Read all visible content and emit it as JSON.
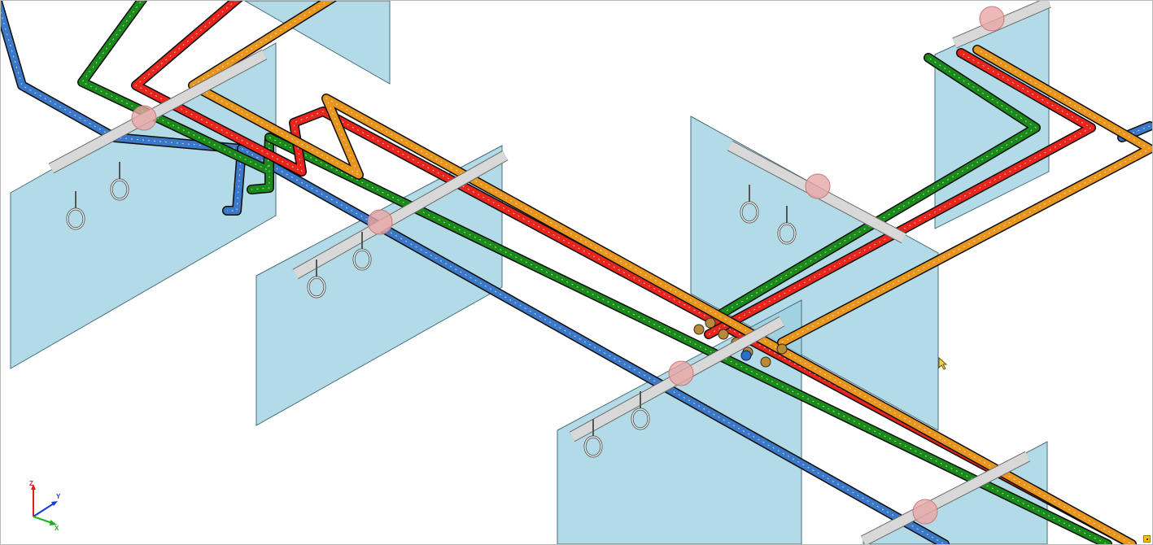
{
  "viewport": {
    "background": "#ffffff",
    "border_color": "#b9b9b9"
  },
  "colors": {
    "pipe_blue": "#3b78c8",
    "pipe_green": "#1a8a1a",
    "pipe_red": "#e8251c",
    "pipe_orange": "#e8951e",
    "panel_fill": "#9ccfe0",
    "panel_stroke": "#4a6f7c",
    "support_bar": "#d8d8d8",
    "hanger_marker": "#e9a6a6"
  },
  "pipes": [
    {
      "name": "blue-pipe",
      "color": "pipe_blue"
    },
    {
      "name": "green-pipe",
      "color": "pipe_green"
    },
    {
      "name": "red-pipe",
      "color": "pipe_red"
    },
    {
      "name": "orange-pipe",
      "color": "pipe_orange"
    }
  ],
  "axis_triad": {
    "z": "Z",
    "y": "Y",
    "x": "X",
    "z_color": "#d8201c",
    "y_color": "#1a3ad8",
    "x_color": "#19b519"
  },
  "corner_button": {
    "icon": "view-options-icon",
    "color": "#f7c20a"
  }
}
